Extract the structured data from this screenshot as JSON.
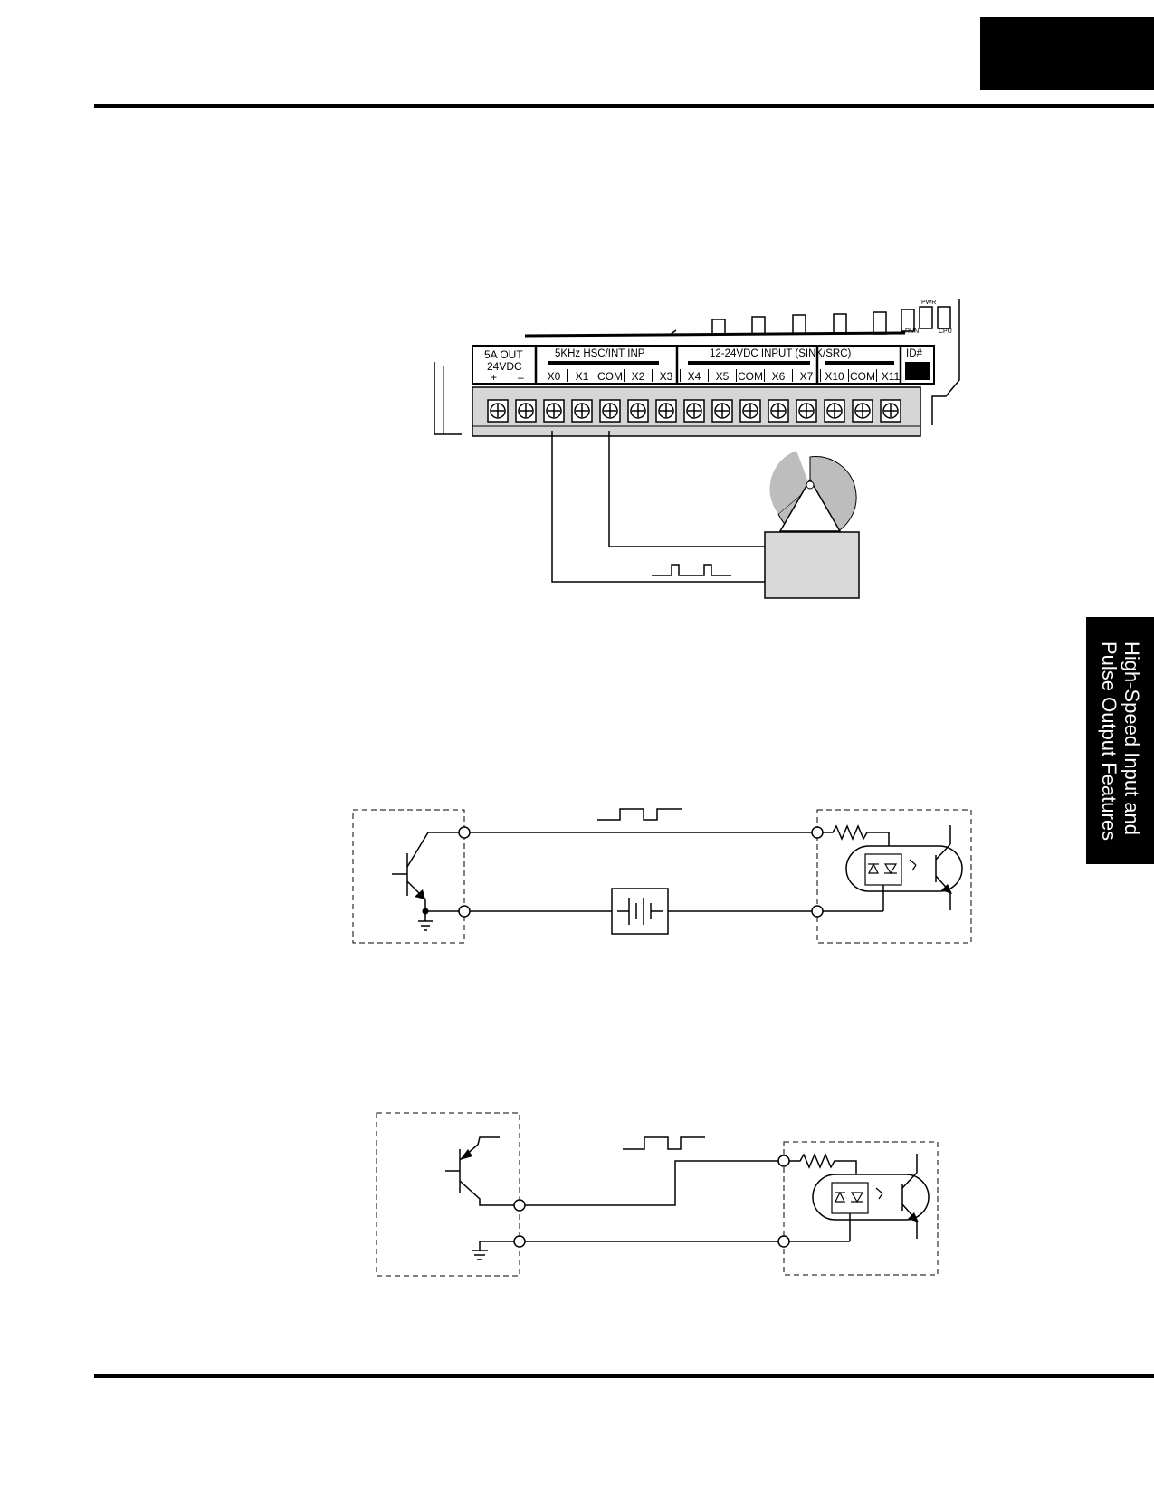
{
  "side_tab": {
    "line1": "High-Speed Input and",
    "line2": "Pulse Output Features"
  },
  "plc_panel": {
    "supply_label": "5A OUT",
    "supply_voltage": "24VDC",
    "supply_terminals": [
      "+",
      "–"
    ],
    "hsc_group_label": "5KHz HSC/INT INP",
    "dc_group_label": "12-24VDC INPUT (SINK/SRC)",
    "id_label": "ID#",
    "terminal_labels": [
      "X0",
      "X1",
      "COM",
      "X2",
      "X3",
      "X4",
      "X5",
      "COM",
      "X6",
      "X7",
      "X10",
      "COM",
      "X11"
    ],
    "led_labels": [
      "PWR",
      "RUN",
      "CPU"
    ]
  },
  "colors": {
    "ink": "#000000",
    "panel_gray": "#cccccc",
    "encoder_gray": "#bdbdbd"
  }
}
